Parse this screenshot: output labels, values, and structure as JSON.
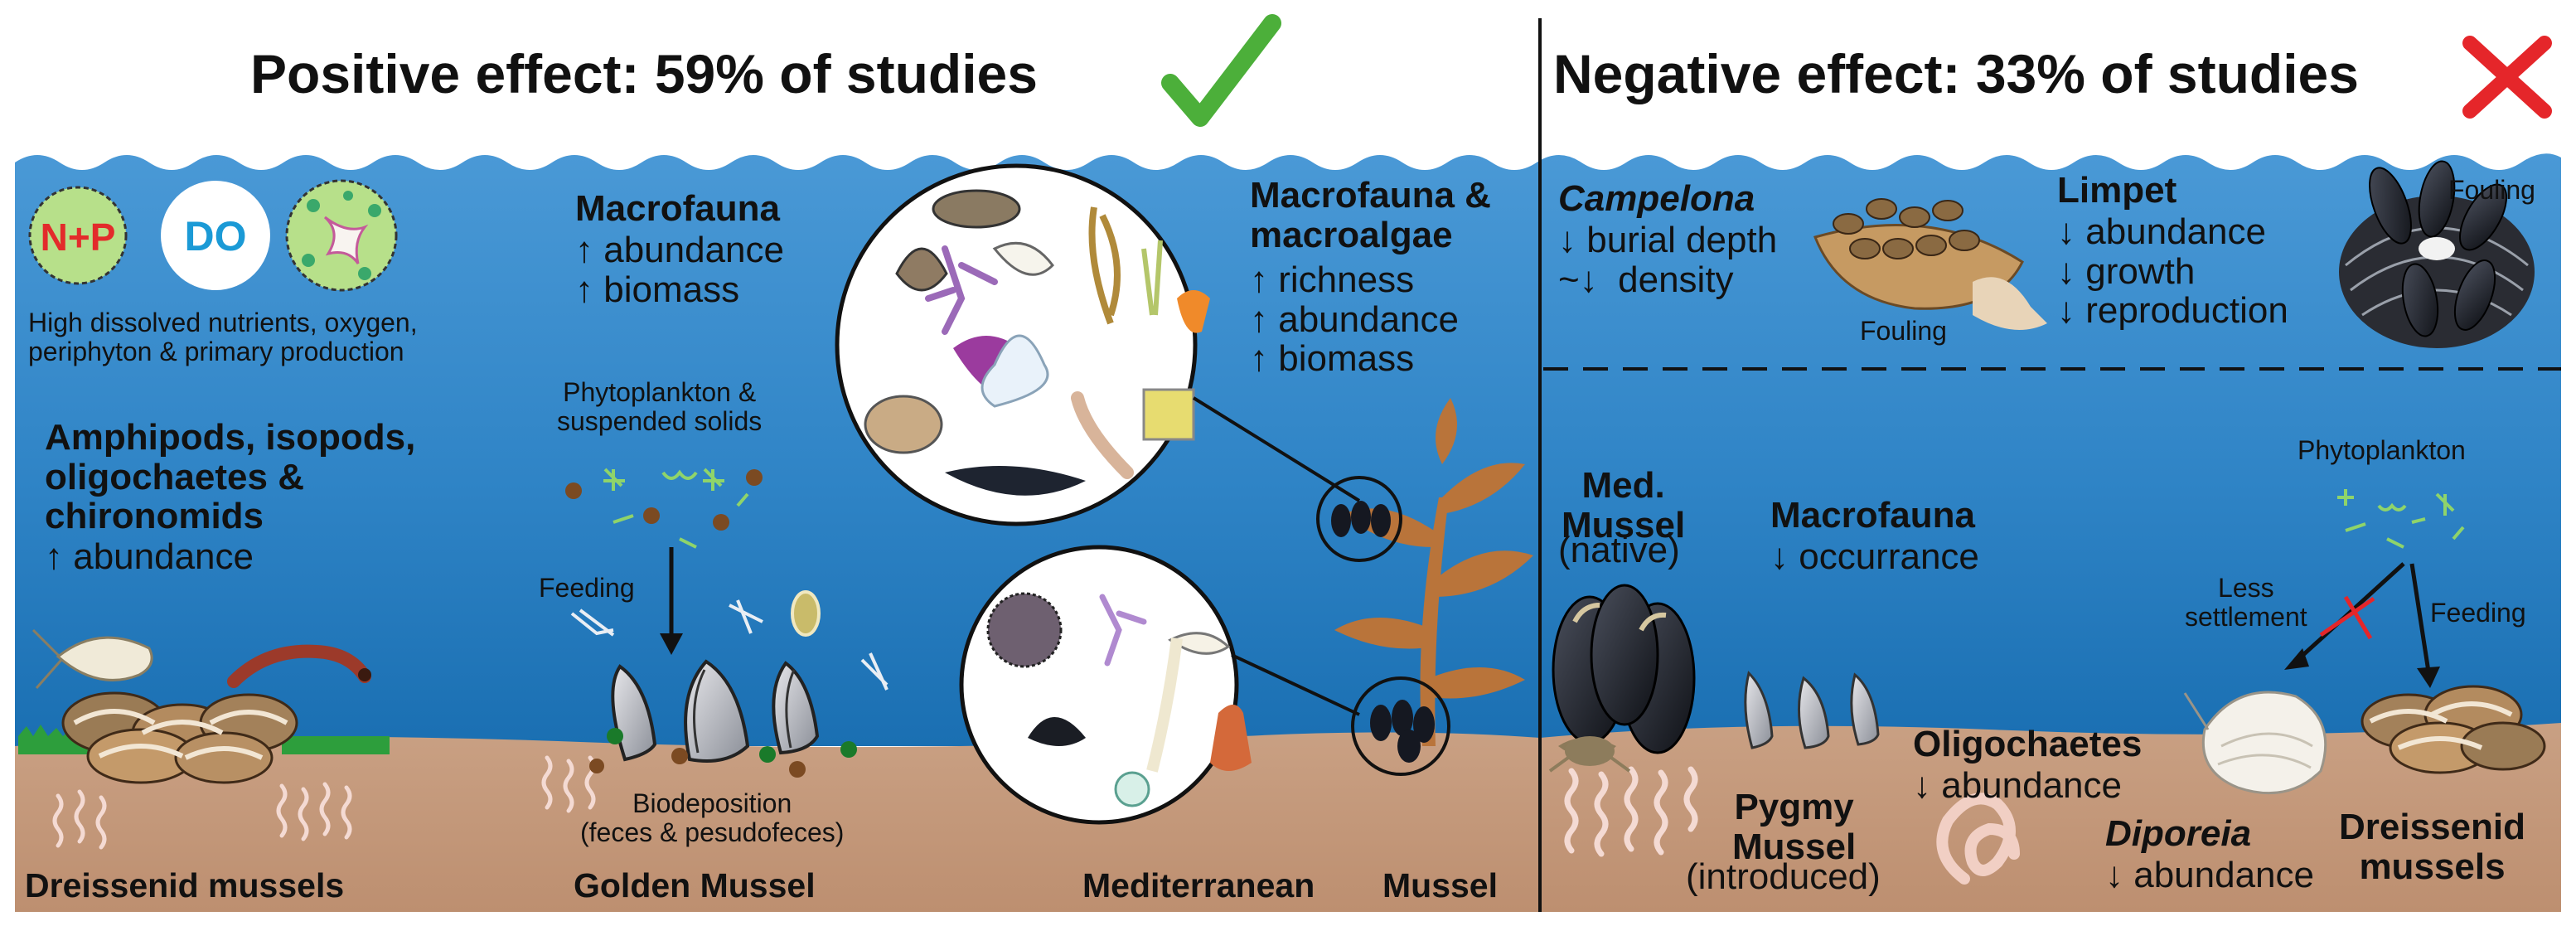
{
  "colors": {
    "water_top": "#3d8fd0",
    "water_bottom": "#1b72b5",
    "sediment": "#c79c7e",
    "check": "#4caf3a",
    "cross": "#e5262a",
    "np_badge": "#e32b2b",
    "do_badge": "#1b9ad6",
    "kelp": "#b9743a",
    "worm": "#f3d7d0"
  },
  "positive": {
    "title": "Positive effect: 59% of studies",
    "icon": "check-mark-icon",
    "badges": {
      "np": "N+P",
      "do": "DO"
    },
    "nutrients_text": "High dissolved nutrients, oxygen,\nperiphyton & primary production",
    "dreissenid": {
      "groups": "Amphipods, isopods,\noligochaetes &\nchironomids",
      "effect": "↑ abundance",
      "label": "Dreissenid mussels"
    },
    "golden": {
      "macrofauna_title": "Macrofauna",
      "macrofauna_effects": "↑ abundance\n↑ biomass",
      "phyto_label": "Phytoplankton &\nsuspended solids",
      "feeding_label": "Feeding",
      "biodeposition_label": "Biodeposition\n(feces & pesudofeces)",
      "label": "Golden Mussel"
    },
    "mediterranean": {
      "title": "Macrofauna &\nmacroalgae",
      "effects": "↑ richness\n↑ abundance\n↑ biomass",
      "label_left": "Mediterranean",
      "label_right": "Mussel"
    }
  },
  "negative": {
    "title": "Negative effect: 33% of studies",
    "icon": "x-mark-icon",
    "campelona": {
      "name": "Campelona",
      "effects": "↓ burial depth\n~↓  density",
      "fouling_label": "Fouling"
    },
    "limpet": {
      "name": "Limpet",
      "effects": "↓ abundance\n↓ growth\n↓ reproduction",
      "fouling_label": "Fouling"
    },
    "med_mussel": {
      "name": "Med.\nMussel",
      "status": "(native)"
    },
    "macrofauna": {
      "title": "Macrofauna",
      "effect": "↓ occurrance"
    },
    "pygmy": {
      "name": "Pygmy\nMussel",
      "status": "(introduced)"
    },
    "oligochaetes": {
      "title": "Oligochaetes",
      "effect": "↓ abundance"
    },
    "diporeia": {
      "name": "Diporeia",
      "effect": "↓ abundance"
    },
    "phyto_label": "Phytoplankton",
    "less_settlement_label": "Less\nsettlement",
    "feeding_label": "Feeding",
    "dreissenid_label": "Dreissenid\nmussels"
  }
}
